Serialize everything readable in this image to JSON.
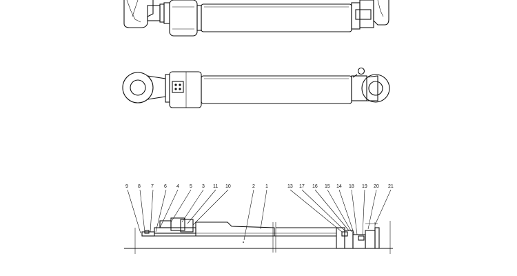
{
  "callouts": {
    "left": [
      "9",
      "8",
      "7",
      "6",
      "4",
      "5",
      "3",
      "11",
      "10"
    ],
    "mid": [
      "2",
      "1"
    ],
    "right": [
      "13",
      "17",
      "16",
      "15",
      "14",
      "18",
      "19",
      "20",
      "21"
    ]
  },
  "colors": {
    "line": "#111111",
    "background": "#ffffff"
  }
}
